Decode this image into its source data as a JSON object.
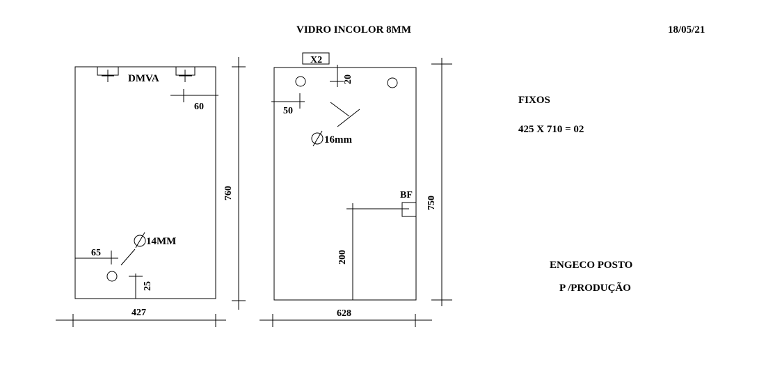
{
  "header": {
    "title": "VIDRO INCOLOR  8MM",
    "date": "18/05/21"
  },
  "left_panel": {
    "label": "DMVA",
    "dim_top_offset": "60",
    "dim_height": "760",
    "dim_side_offset": "65",
    "hole": "14MM",
    "dim_bottom_offset": "25",
    "dim_width": "427"
  },
  "right_panel": {
    "quantity_tag": "X2",
    "dim_top_offset": "20",
    "dim_side_offset": "50",
    "hole": "16mm",
    "fitting_label": "BF",
    "dim_height": "750",
    "dim_fitting_height": "200",
    "dim_width": "628"
  },
  "notes": {
    "heading": "FIXOS",
    "spec": "425 X 710 = 02",
    "client": "ENGECO POSTO",
    "purpose": "P /PRODUÇÃO"
  }
}
